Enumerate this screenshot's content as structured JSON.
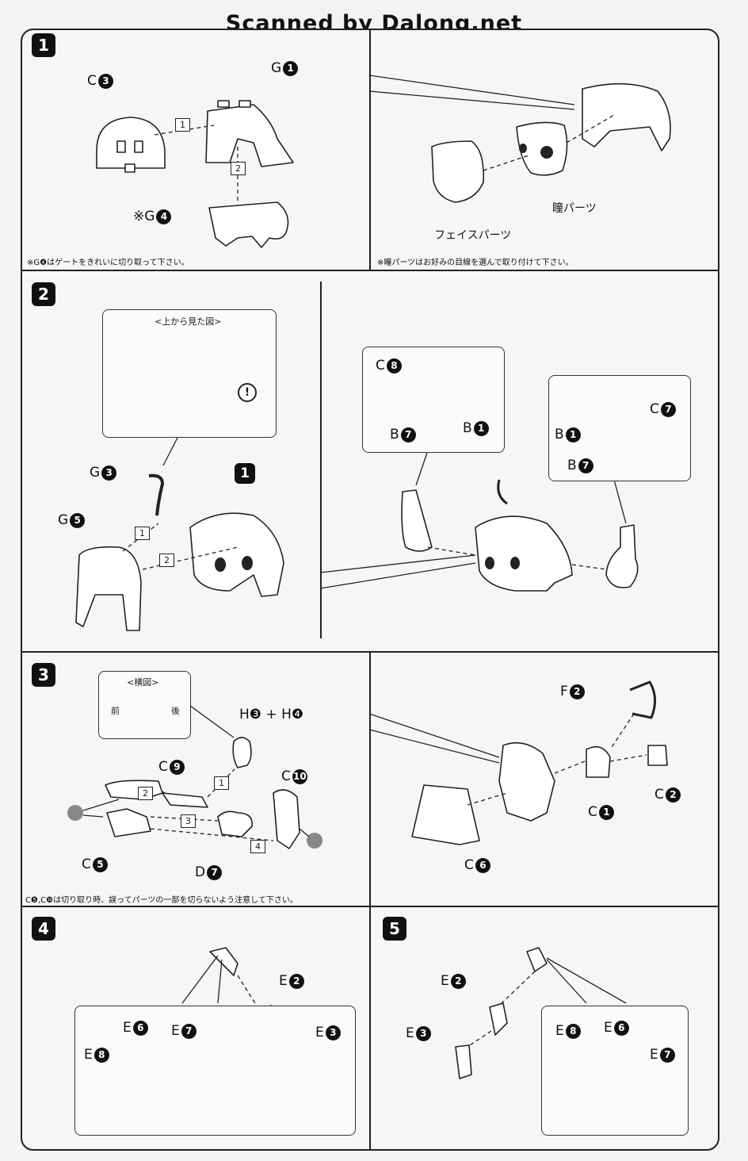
{
  "watermark": "Scanned by Dalong.net",
  "steps": [
    {
      "number": "1",
      "notes": [
        "※G❹はゲートをきれいに切り取って下さい。",
        "※瞳パーツはお好みの目線を選んで取り付けて下さい。"
      ],
      "parts": {
        "c3": "C",
        "g1": "G",
        "g4_prefix": "※G",
        "face": "フェイスパーツ",
        "eye": "瞳パーツ"
      },
      "orders": [
        "1",
        "2"
      ]
    },
    {
      "number": "2",
      "top_view": "<上から見た図>",
      "caution": "!",
      "parts": {
        "g3": "G",
        "g5": "G",
        "c8": "C",
        "b7a": "B",
        "b1a": "B",
        "b1b": "B",
        "c7": "C",
        "b7b": "B"
      },
      "orders": [
        "1",
        "2"
      ],
      "ref_step": "1"
    },
    {
      "number": "3",
      "side_view": "<横図>",
      "front": "前",
      "back": "後",
      "parts": {
        "h3h4": "H❸ + H❹",
        "c9": "C",
        "c10": "C",
        "c5": "C",
        "d7": "D",
        "f2": "F",
        "c1": "C",
        "c2": "C",
        "c6": "C"
      },
      "orders": [
        "1",
        "2",
        "3",
        "4"
      ],
      "note": "C❺,C❿は切り取り時、誤ってパーツの一部を切らないよう注意して下さい。"
    },
    {
      "number": "4",
      "parts": {
        "e2": "E",
        "e3": "E",
        "e6": "E",
        "e7": "E",
        "e8": "E"
      }
    },
    {
      "number": "5",
      "parts": {
        "e2": "E",
        "e3": "E",
        "e6": "E",
        "e7": "E",
        "e8": "E"
      }
    }
  ],
  "numerals": {
    "n1": "1",
    "n2": "2",
    "n3": "3",
    "n5": "5",
    "n6": "6",
    "n7": "7",
    "n8": "8",
    "n9": "9",
    "n10": "10",
    "n4": "4"
  }
}
